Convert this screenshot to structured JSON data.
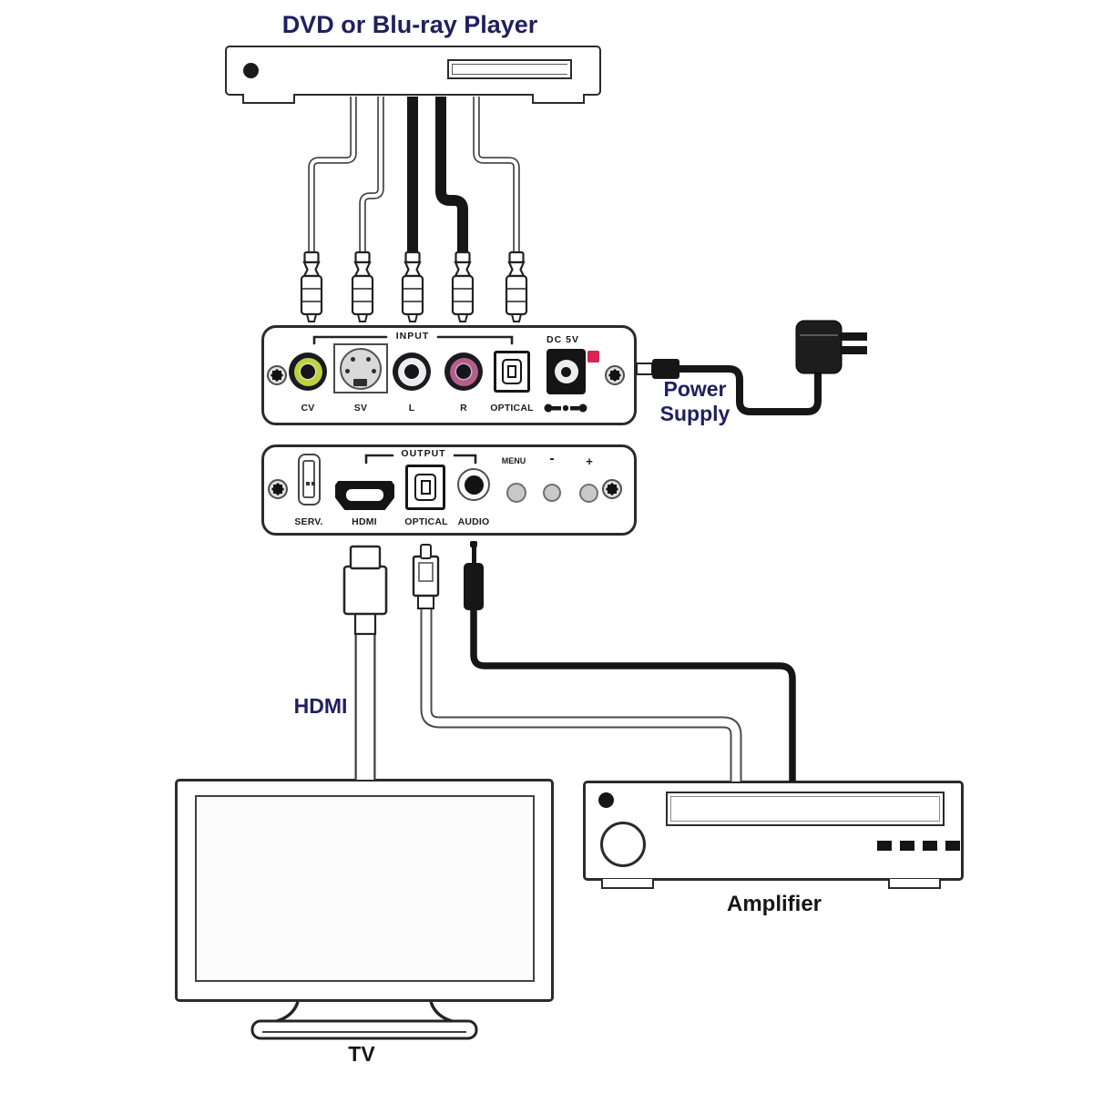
{
  "title": "DVD or Blu-ray Player",
  "input_panel": {
    "group_label": "INPUT",
    "dc_label": "DC 5V",
    "ports": {
      "cv": "CV",
      "sv": "SV",
      "left": "L",
      "right": "R",
      "optical": "OPTICAL"
    }
  },
  "output_panel": {
    "group_label": "OUTPUT",
    "ports": {
      "serv": "SERV.",
      "hdmi": "HDMI",
      "optical": "OPTICAL",
      "audio": "AUDIO"
    },
    "buttons": {
      "menu": "MENU",
      "minus": "-",
      "plus": "+"
    }
  },
  "power_supply": {
    "line1": "Power",
    "line2": "Supply"
  },
  "cables": {
    "hdmi": "HDMI"
  },
  "tv": {
    "label": "TV"
  },
  "amplifier": {
    "label": "Amplifier"
  },
  "colors": {
    "navy_text": "#20205f",
    "composite_jack": "#bfd043",
    "audio_left_jack": "#ececec",
    "audio_right_jack": "#b2608a",
    "power_led": "#d92453",
    "outline": "#2b2b2b"
  },
  "icons": {
    "dc_polarity": "⊖–●–⊕",
    "panel_screw": "✱"
  }
}
